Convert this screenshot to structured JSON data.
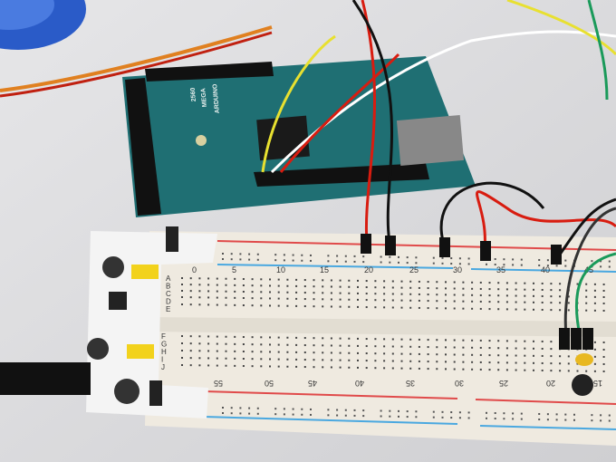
{
  "arduino": {
    "brand": "ARDUINO",
    "model": "MEGA",
    "variant": "2560",
    "color": "#1f6f73"
  },
  "breadboard": {
    "top_numbers": [
      "0",
      "5",
      "10",
      "15",
      "20",
      "25",
      "30",
      "35",
      "40",
      "45"
    ],
    "bottom_numbers": [
      "55",
      "50",
      "45",
      "40",
      "35",
      "30",
      "25",
      "20",
      "15"
    ],
    "row_letters_top": [
      "A",
      "B",
      "C",
      "D",
      "E"
    ],
    "row_letters_bottom": [
      "F",
      "G",
      "H",
      "I",
      "J"
    ],
    "rail_red": "#e04a4a",
    "rail_blue": "#4aa8e0"
  },
  "wire_colors": [
    "#111111",
    "#d81c10",
    "#e8e030",
    "#ffffff",
    "#1a9a5a",
    "#e08020"
  ]
}
